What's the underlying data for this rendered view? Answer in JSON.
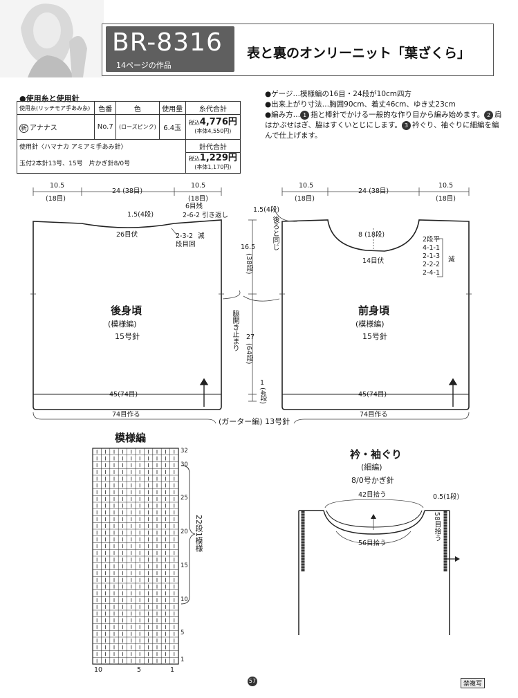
{
  "header": {
    "pattern_code": "BR-8316",
    "subtitle": "14ページの作品",
    "title": "表と裏のオンリーニット「葉ざくら」"
  },
  "materials": {
    "section_title": "●使用糸と使用針",
    "yarn_table": {
      "headers": [
        "使用糸(リッチモア手あみ糸)",
        "色番",
        "色",
        "使用量",
        "糸代合計"
      ],
      "row": {
        "badge": "新",
        "yarn": "アナナス",
        "color_no": "No.7",
        "color": "(ローズピンク)",
        "amount": "6.4玉",
        "price_label": "税込",
        "price": "4,776円",
        "price_note": "(本体4,550円)"
      }
    },
    "needle_table": {
      "header": "使用針〈ハマナカ アミアミ手あみ針〉",
      "total_header": "針代合計",
      "needles": "玉付2本針13号、15号　片かぎ針8/0号",
      "price_label": "税込",
      "price": "1,229円",
      "price_note": "(本体1,170円)"
    }
  },
  "notes": {
    "gauge": "●ゲージ…模様編の16目・24段が10cm四方",
    "size": "●出来上がり寸法…胸囲90cm、着丈46cm、ゆき丈23cm",
    "method_label": "●編み方…",
    "method_1": "指と棒針でかける一般的な作り目から編み始めます。",
    "method_2": "肩はかぶせはぎ、脇はすくいとじにします。",
    "method_3": "衿ぐり、袖ぐりに細編を編んで仕上げます。",
    "step_1": "1",
    "step_2": "2",
    "step_3": "3"
  },
  "back": {
    "name": "後身頃",
    "pattern": "(模様編)",
    "needle": "15号針",
    "top_left_w": "10.5",
    "top_left_st": "(18目)",
    "top_mid": "24",
    "top_mid_st": "(38目)",
    "top_right_w": "10.5",
    "top_right_st": "(18目)",
    "shoulder_drop": "1.5",
    "shoulder_rows": "(4段)",
    "neck_bind": "26目伏",
    "neck_right_1": "6目残",
    "neck_right_2": "2-6-2 引き返し",
    "neck_dec_1": "2-3-2",
    "neck_dec_label": "減",
    "neck_dec_2": "段目回",
    "bottom_w": "45",
    "bottom_st": "(74目)",
    "cast_on": "74目作る"
  },
  "front": {
    "name": "前身頃",
    "pattern": "(模様編)",
    "needle": "15号針",
    "top_left_w": "10.5",
    "top_left_st": "(18目)",
    "top_mid": "24",
    "top_mid_st": "(38目)",
    "top_right_w": "10.5",
    "top_right_st": "(18目)",
    "shoulder_drop": "1.5",
    "shoulder_rows": "(4段)",
    "neck_depth": "8",
    "neck_depth_rows": "(18段)",
    "neck_bind": "14目伏",
    "dec_1": "2段平",
    "dec_2": "4-1-1",
    "dec_3": "2-1-3",
    "dec_4": "2-2-2",
    "dec_5": "2-4-1",
    "dec_label": "減",
    "bottom_w": "45",
    "bottom_st": "(74目)",
    "cast_on": "74目作る"
  },
  "middle": {
    "same_as_back": "後ろと同じ",
    "upper_h": "16.5",
    "upper_rows": "(38段)",
    "side_slit": "脇開き止まり",
    "lower_h": "27",
    "lower_rows": "(64段)",
    "hem_h": "1",
    "hem_rows": "(4段)",
    "garter": "(ガーター編) 13号針"
  },
  "chart": {
    "title": "模様編",
    "row_labels": [
      "32",
      "30",
      "25",
      "20",
      "15",
      "10",
      "5",
      "1"
    ],
    "col_labels": [
      "10",
      "5",
      "1"
    ],
    "repeat": "22段1模様"
  },
  "edging": {
    "title": "衿・袖ぐり",
    "stitch": "(細編)",
    "hook": "8/0号かぎ針",
    "neck_pickup": "42目拾う",
    "width": "0.5",
    "width_rows": "(1段)",
    "lower_pickup": "56目拾う",
    "armhole_pickup": "58目拾う"
  },
  "footer": {
    "page": "57",
    "stamp": "禁複写"
  }
}
